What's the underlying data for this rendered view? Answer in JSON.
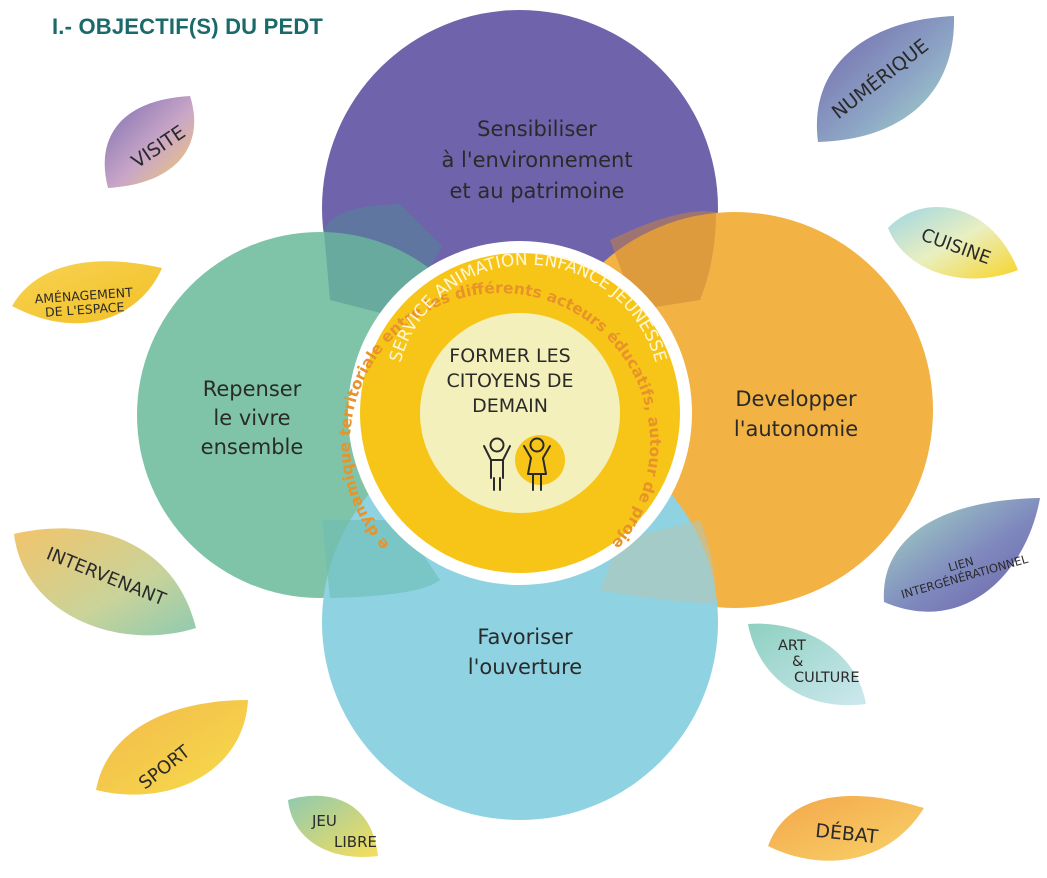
{
  "title": "I.- OBJECTIF(S) DU PEDT",
  "colors": {
    "title": "#1a6a6a",
    "purple": "#6f63ab",
    "orange": "#f2b244",
    "teal": "#7fc4a8",
    "blue": "#8fd2e2",
    "yellow": "#f7c518",
    "ring_text": "#e8932a"
  },
  "circles": {
    "top": "Sensibiliser|à l'environnement|et au patrimoine",
    "left": "Repenser|le vivre|ensemble",
    "right": "Developper|l'autonomie",
    "bottom": "Favoriser|l'ouverture"
  },
  "center": {
    "ring_text": "Impulser une dynamique territoriale entre les différents acteurs éducatifs, autour de projets communs",
    "service_text": "SERVICE ANIMATION ENFANCE JEUNESSE",
    "main_text": "FORMER LES|CITOYENS DE|DEMAIN",
    "icon": "children-icon"
  },
  "leaves": [
    {
      "label": "VISITE",
      "icon": "leaf-icon"
    },
    {
      "label": "AMÉNAGEMENT|DE L'ESPACE",
      "icon": "leaf-icon"
    },
    {
      "label": "INTERVENANT",
      "icon": "leaf-icon"
    },
    {
      "label": "SPORT",
      "icon": "leaf-icon"
    },
    {
      "label": "JEU|LIBRE",
      "icon": "leaf-icon"
    },
    {
      "label": "NUMÉRIQUE",
      "icon": "leaf-icon"
    },
    {
      "label": "CUISINE",
      "icon": "leaf-icon"
    },
    {
      "label": "LIEN|INTERGÉNÉRATIONNEL",
      "icon": "leaf-icon"
    },
    {
      "label": "ART|&|CULTURE",
      "icon": "leaf-icon"
    },
    {
      "label": "DÉBAT",
      "icon": "leaf-icon"
    }
  ]
}
